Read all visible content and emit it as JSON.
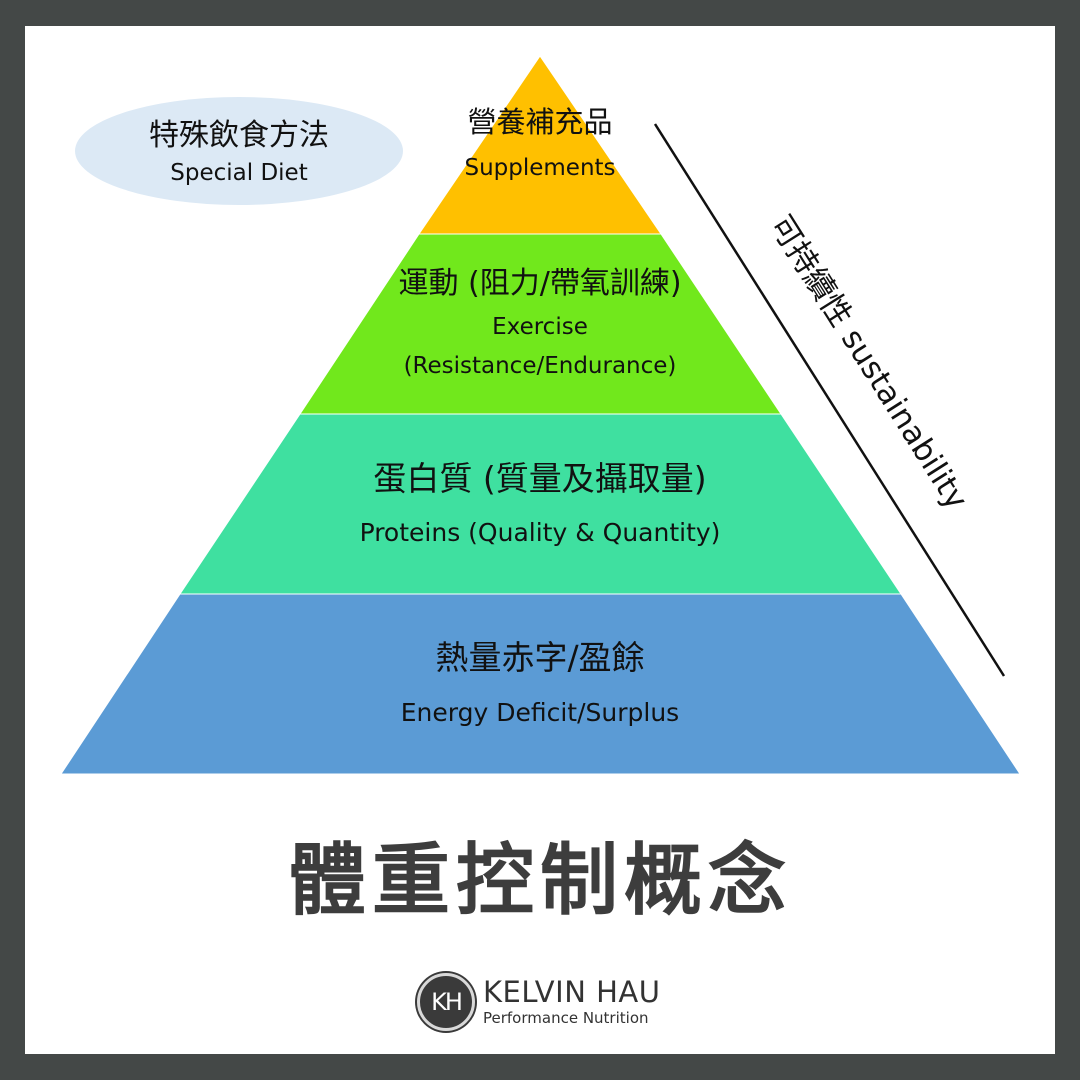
{
  "special_diet": {
    "zh": "特殊飲食方法",
    "en": "Special Diet"
  },
  "tiers": [
    {
      "zh": "營養補充品",
      "en": "Supplements",
      "color": "#ffc000"
    },
    {
      "zh": "運動 (阻力/帶氧訓練)",
      "en": "Exercise",
      "en2": "(Resistance/Endurance)",
      "color": "#71e81c"
    },
    {
      "zh": "蛋白質 (質量及攝取量)",
      "en": "Proteins (Quality & Quantity)",
      "color": "#3fe0a0"
    },
    {
      "zh": "熱量赤字/盈餘",
      "en": "Energy Deficit/Surplus",
      "color": "#5b9bd5"
    }
  ],
  "sustainability_label": "可持續性 sustainability",
  "title": "體重控制概念",
  "brand": {
    "logo": "KH",
    "name": "KELVIN HAU",
    "subtitle": "Performance Nutrition"
  },
  "colors": {
    "background": "#444847",
    "card": "#ffffff",
    "ellipse": "#dce9f5",
    "title": "#3d3d3d"
  }
}
